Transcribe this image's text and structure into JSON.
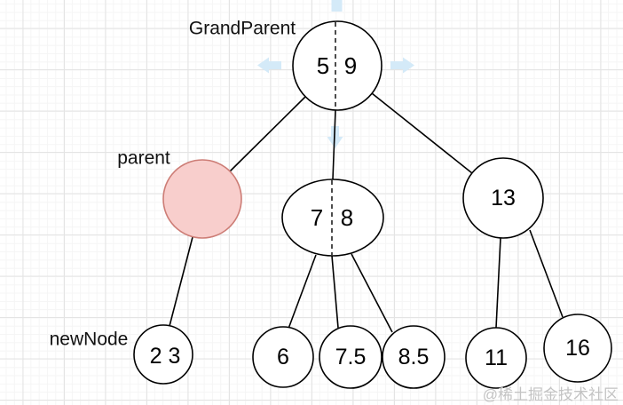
{
  "labels": {
    "grandparent": "GrandParent",
    "parent": "parent",
    "newnode": "newNode"
  },
  "nodes": {
    "grandparent": {
      "left_key": "5",
      "right_key": "9"
    },
    "middle": {
      "left_key": "7",
      "right_key": "8"
    },
    "right": {
      "key": "13"
    },
    "newnode": {
      "keys": "2 3"
    },
    "leaf_6": {
      "key": "6"
    },
    "leaf_7_5": {
      "key": "7.5"
    },
    "leaf_8_5": {
      "key": "8.5"
    },
    "leaf_11": {
      "key": "11"
    },
    "leaf_16": {
      "key": "16"
    }
  },
  "colors": {
    "parent_fill": "#f8cecc",
    "parent_stroke": "#cd7d76",
    "newnode_text": "#e0524e",
    "hover_arrow": "#d4eaf8",
    "edge": "#000000",
    "watermark": "#c3c3c3"
  },
  "canvas": {
    "watermark": "@稀土掘金技术社区"
  }
}
